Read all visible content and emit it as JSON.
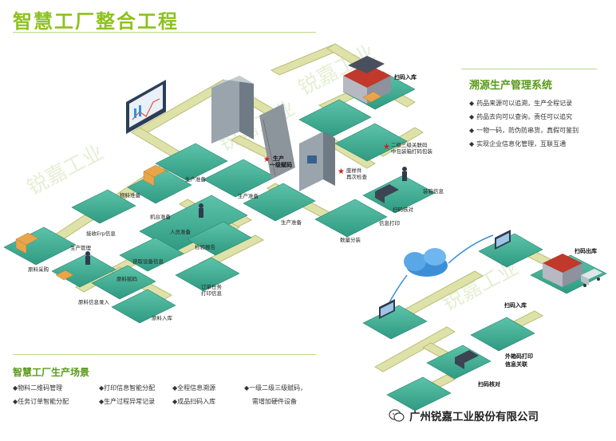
{
  "title": "智慧工厂整合工程",
  "watermark": "锐嘉工业",
  "right_panel": {
    "title": "溯源生产管理系统",
    "bullets": [
      "药品来源可以追溯，生产全程记录",
      "药品去向可以查询，责任可以追究",
      "一物一码，防伪防串货，真假可鉴别",
      "实现企业信息化管理，互联互通"
    ]
  },
  "bottom_panel": {
    "title": "智慧工厂生产场景",
    "col1": [
      "物料二维码管理",
      "任务订单智能分配"
    ],
    "col2": [
      "打印信息智能分配",
      "生产过程异常记录"
    ],
    "col3": [
      "全程信息溯源",
      "成品扫码入库"
    ],
    "col4": [
      "一级二级三级赋码，",
      "需增加硬件设备"
    ]
  },
  "labels": {
    "scan_in_top": "扫码入库",
    "gen_level1": "生产\n一级赋码",
    "level23_a": "二级三级关联码",
    "level23_b": "中包装箱打码包装",
    "reject_a": "废样件",
    "reject_b": "再次检查",
    "packing_info": "装箱信息",
    "code_check": "扫码核对",
    "info_print": "信息打印",
    "manual_split": "数量分装",
    "prod_prep1": "生产准备",
    "prod_prep2": "生产准备",
    "prod_prep3": "生产准备",
    "material_prep": "物料准备",
    "machine_prep": "机台准备",
    "staff_prep": "人员准备",
    "receive_erp": "接收Erp信息",
    "device_info": "获取设备信息",
    "inspection": "检验报告",
    "prod_manage": "生产管理",
    "raw_purchase": "原料采购",
    "raw_coding": "原料赋码",
    "order_task": "订单任务",
    "print_info": "打印信息",
    "raw_info_entry": "原料信息录入",
    "raw_in": "原料入库",
    "scan_out": "扫码出库",
    "scan_in_right": "扫码入库",
    "outer_print_a": "外箱码打印",
    "outer_print_b": "信息关联",
    "code_check_right": "扫码核对"
  },
  "company": "广州锐嘉工业股份有限公司",
  "colors": {
    "accent": "#8dc21f",
    "platform": "#3fae96",
    "conveyor": "#d8dba0"
  }
}
